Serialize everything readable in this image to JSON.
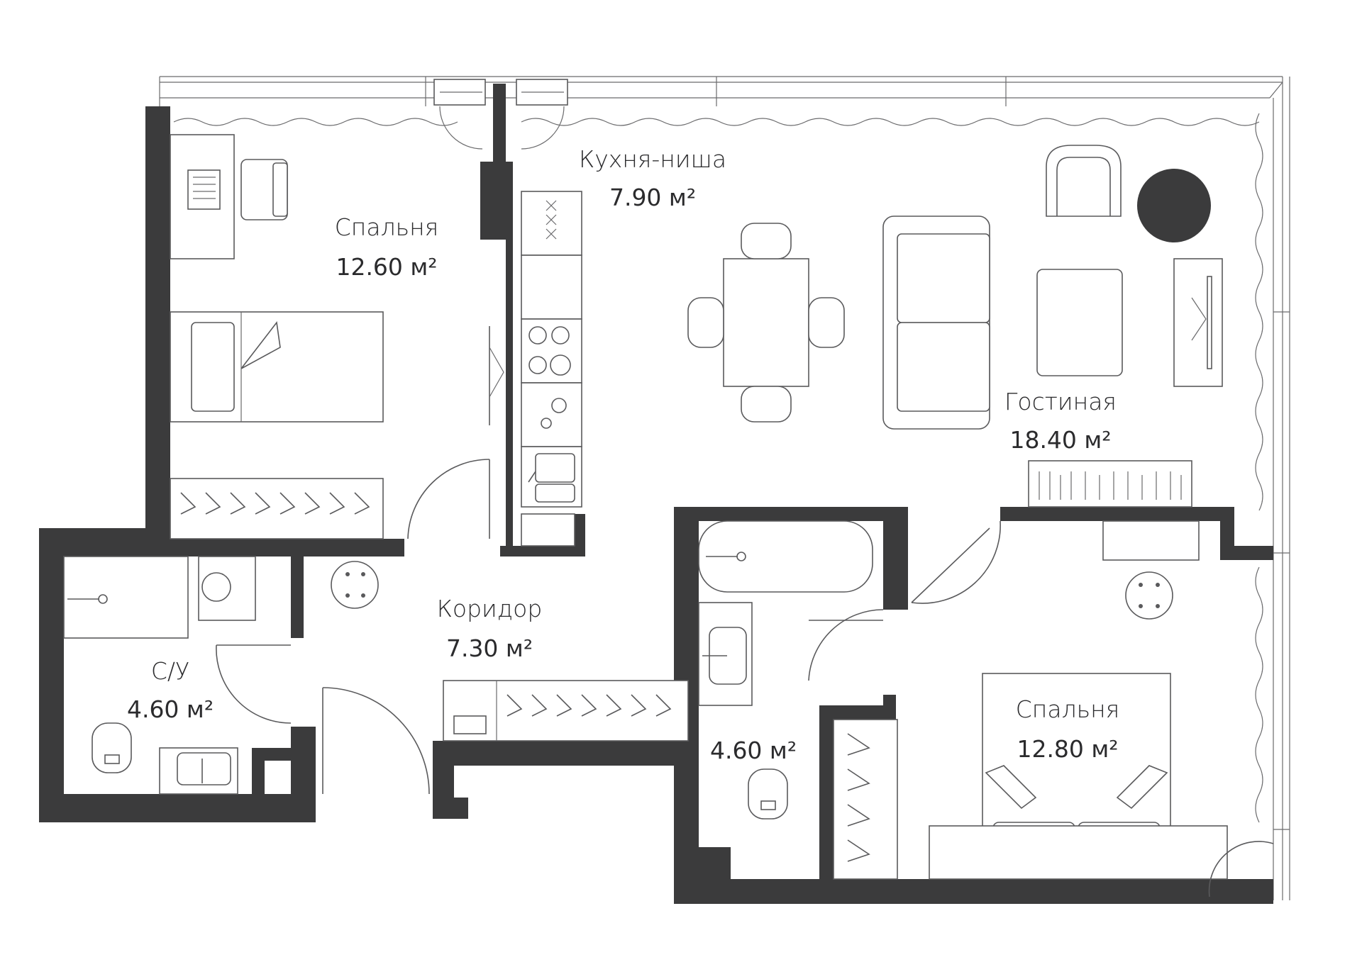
{
  "plan": {
    "wall_color": "#3b3b3c",
    "line_color": "#5a5a5c",
    "rooms": [
      {
        "id": "bedroom-1",
        "name": "Спальня",
        "area": "12.60 м²"
      },
      {
        "id": "kitchen",
        "name": "Кухня-ниша",
        "area": "7.90 м²"
      },
      {
        "id": "living",
        "name": "Гостиная",
        "area": "18.40 м²"
      },
      {
        "id": "corridor",
        "name": "Коридор",
        "area": "7.30 м²"
      },
      {
        "id": "wc",
        "name": "С/У",
        "area": "4.60 м²"
      },
      {
        "id": "bath",
        "name": "",
        "area": "4.60 м²"
      },
      {
        "id": "bedroom-2",
        "name": "Спальня",
        "area": "12.80 м²"
      }
    ],
    "furniture_icons": [
      "desk-icon",
      "armchair-icon",
      "bed-icon",
      "wardrobe-icon",
      "stove-icon",
      "sink-icon",
      "dining-table-icon",
      "sofa-icon",
      "coffee-table-icon",
      "tv-stand-icon",
      "round-table-icon",
      "washing-machine-icon",
      "toilet-icon",
      "bathtub-icon",
      "double-bed-icon",
      "door-icon",
      "window-icon",
      "curtain-icon"
    ]
  }
}
